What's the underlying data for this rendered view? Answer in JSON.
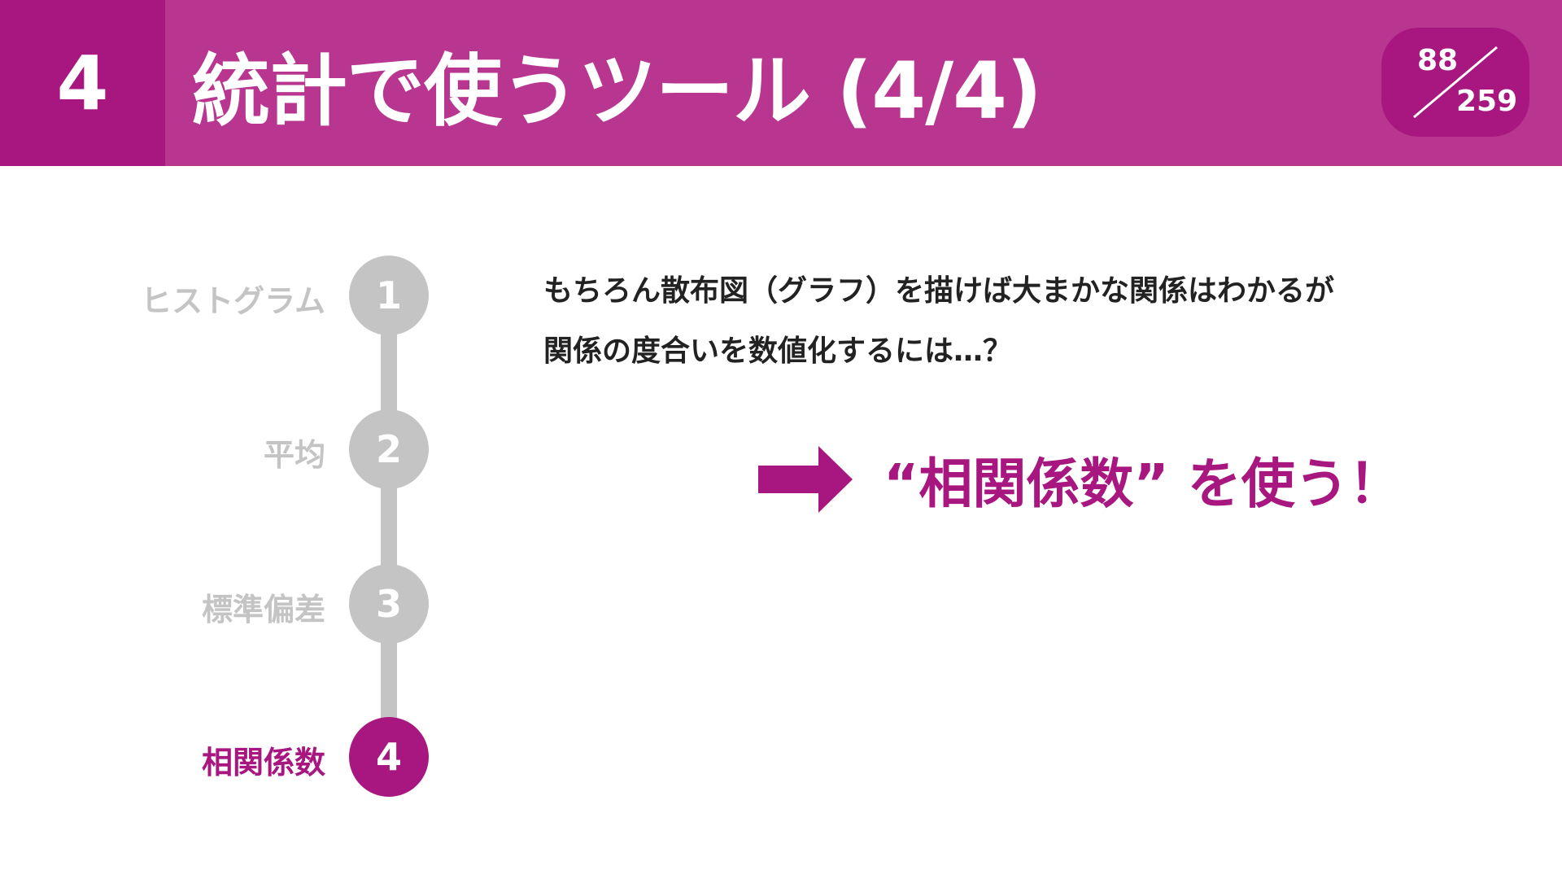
{
  "header": {
    "section_number": "4",
    "title": "統計で使うツール (4/4)",
    "page_current": "88",
    "page_total": "259"
  },
  "steps": [
    {
      "number": "1",
      "label": "ヒストグラム",
      "active": false
    },
    {
      "number": "2",
      "label": "平均",
      "active": false
    },
    {
      "number": "3",
      "label": "標準偏差",
      "active": false
    },
    {
      "number": "4",
      "label": "相関係数",
      "active": true
    }
  ],
  "content": {
    "line1": "もちろん散布図（グラフ）を描けば大まかな関係はわかるが",
    "line2": "関係の度合いを数値化するには…？",
    "emphasis": "“相関係数” を使う！"
  },
  "colors": {
    "header": "#b8368f",
    "accent": "#a8177f",
    "inactive": "#c4c4c4"
  }
}
